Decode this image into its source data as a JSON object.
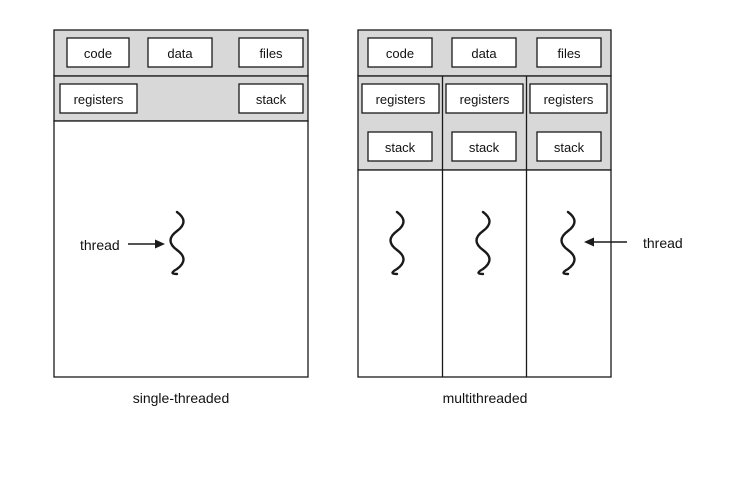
{
  "colors": {
    "shaded": "#d8d8d8",
    "stroke": "#1a1a1a",
    "box_fill": "#ffffff",
    "background": "#ffffff"
  },
  "single": {
    "code": "code",
    "data": "data",
    "files": "files",
    "registers": "registers",
    "stack": "stack",
    "thread_label": "thread",
    "caption": "single-threaded"
  },
  "multi": {
    "code": "code",
    "data": "data",
    "files": "files",
    "threads": [
      {
        "registers": "registers",
        "stack": "stack"
      },
      {
        "registers": "registers",
        "stack": "stack"
      },
      {
        "registers": "registers",
        "stack": "stack"
      }
    ],
    "thread_label": "thread",
    "caption": "multithreaded"
  }
}
